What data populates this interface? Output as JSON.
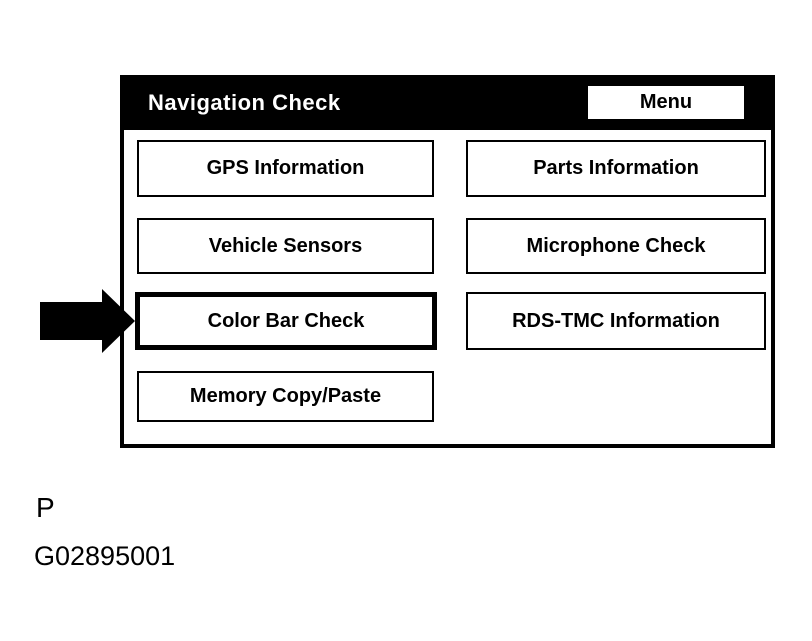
{
  "screen": {
    "title": "Navigation Check",
    "menu_button_label": "Menu",
    "buttons": [
      {
        "label": "GPS Information",
        "selected": false
      },
      {
        "label": "Parts Information",
        "selected": false
      },
      {
        "label": "Vehicle Sensors",
        "selected": false
      },
      {
        "label": "Microphone Check",
        "selected": false
      },
      {
        "label": "Color Bar Check",
        "selected": true
      },
      {
        "label": "RDS-TMC Information",
        "selected": false
      },
      {
        "label": "Memory Copy/Paste",
        "selected": false
      }
    ]
  },
  "annotation": {
    "arrow_icon": "right-block-arrow",
    "arrow_points_to": "Color Bar Check"
  },
  "caption": {
    "page_marker": "P",
    "figure_id": "G02895001"
  },
  "colors": {
    "header_bg": "#000000",
    "header_text": "#ffffff",
    "panel_border": "#000000",
    "button_bg": "#ffffff",
    "button_text": "#000000",
    "arrow_fill": "#000000",
    "page_bg": "#ffffff"
  }
}
